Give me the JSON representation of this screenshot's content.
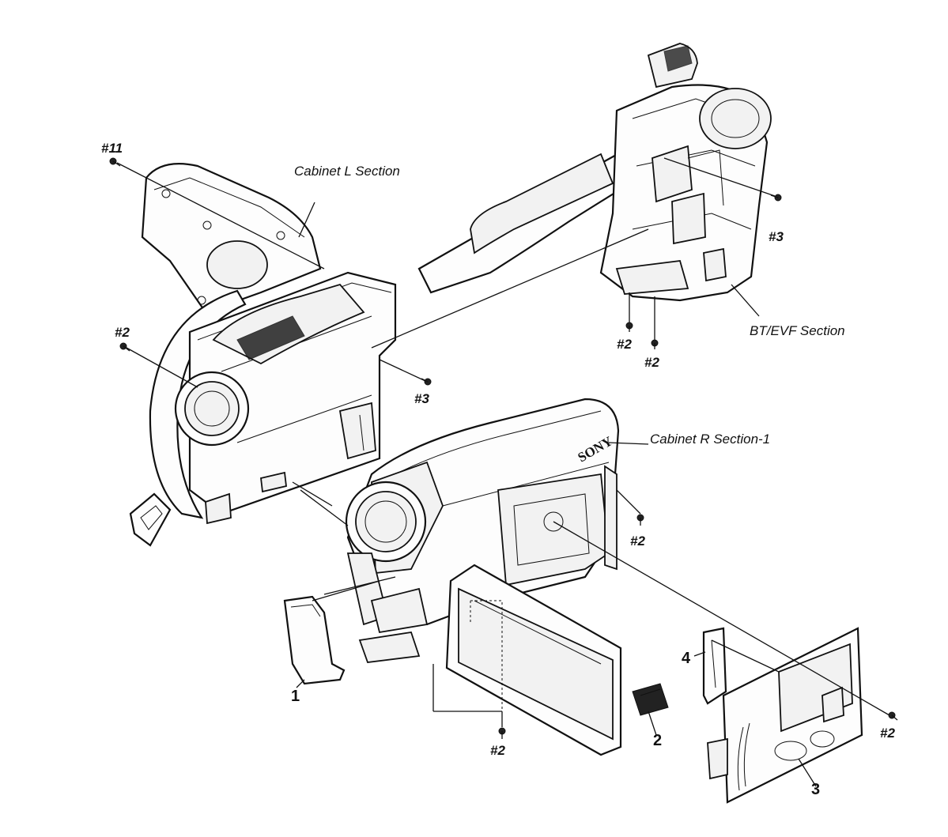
{
  "sections": {
    "cabinet_l": "Cabinet L Section",
    "bt_evf": "BT/EVF Section",
    "cabinet_r": "Cabinet R Section-1"
  },
  "screws": {
    "s11": "#11",
    "s2_left": "#2",
    "s3_left": "#3",
    "s3_right": "#3",
    "s2_bt_a": "#2",
    "s2_bt_b": "#2",
    "s2_right": "#2",
    "s2_bottom": "#2",
    "s2_far_right": "#2"
  },
  "parts": {
    "p1": "1",
    "p2": "2",
    "p3": "3",
    "p4": "4"
  },
  "logo": "SONY"
}
